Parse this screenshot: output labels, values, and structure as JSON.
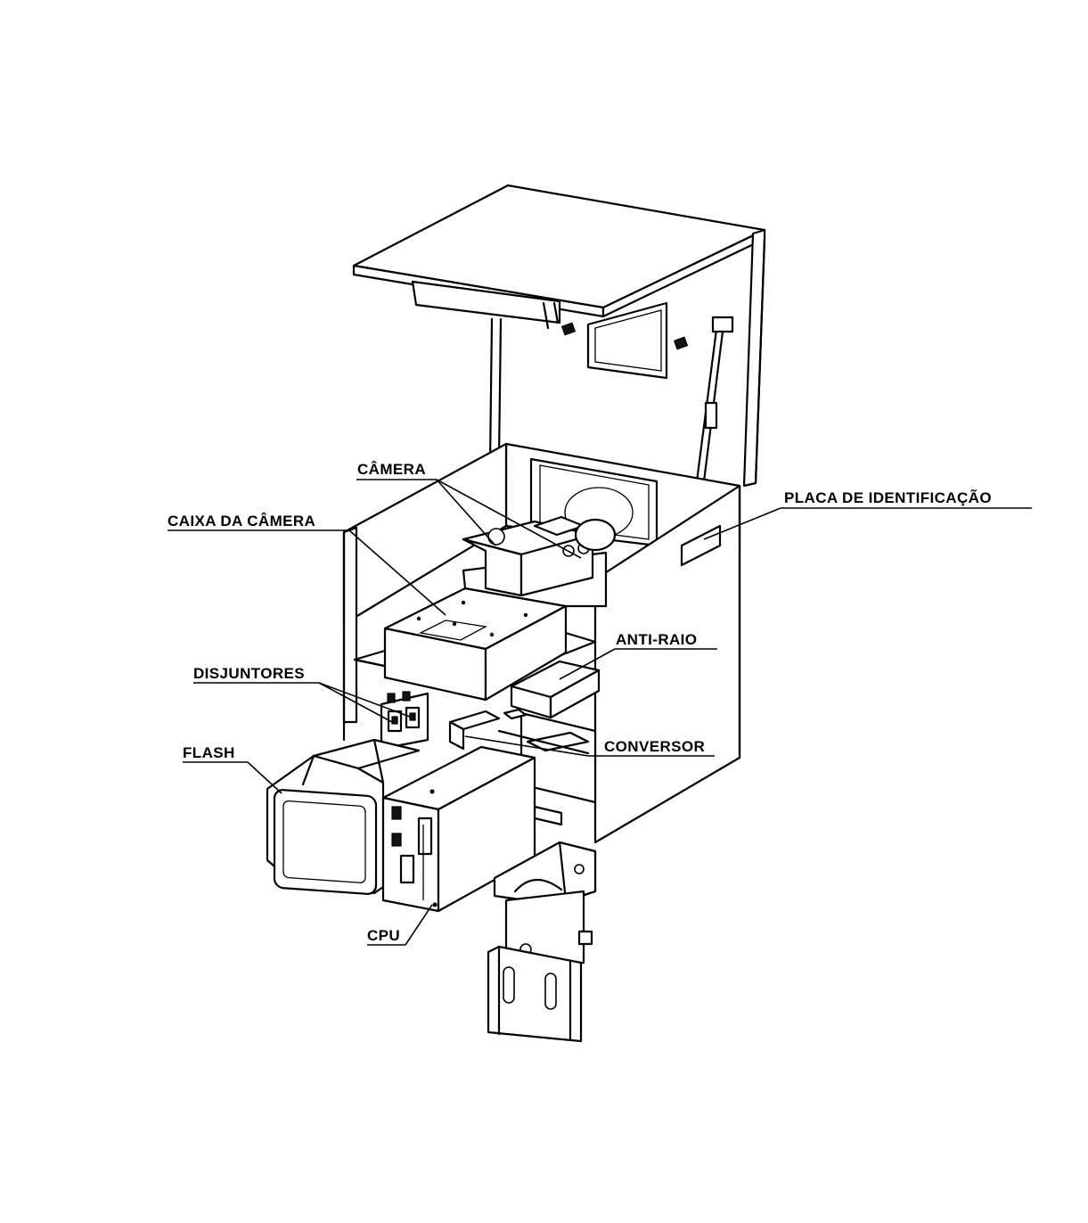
{
  "labels": {
    "camera": "CÂMERA",
    "camera_box": "CAIXA DA CÂMERA",
    "id_plate": "PLACA DE IDENTIFICAÇÃO",
    "anti_lightning": "ANTI-RAIO",
    "breakers": "DISJUNTORES",
    "converter": "CONVERSOR",
    "flash": "FLASH",
    "cpu": "CPU"
  },
  "colors": {
    "line": "#000000",
    "background": "#ffffff"
  }
}
